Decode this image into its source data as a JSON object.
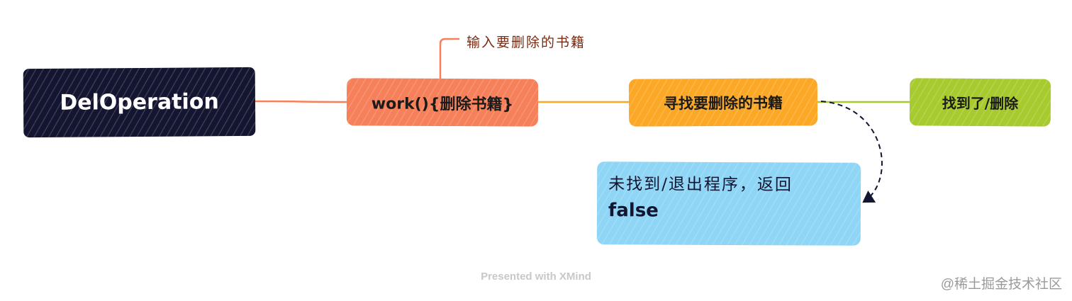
{
  "nodes": {
    "root": {
      "label": "DelOperation",
      "color": "#141530"
    },
    "work": {
      "label": "work(){删除书籍}",
      "color": "#f6805a"
    },
    "find": {
      "label": "寻找要删除的书籍",
      "color": "#fca827"
    },
    "found": {
      "label": "找到了/删除",
      "color": "#a7cb2e"
    },
    "not_found": {
      "line1": "未找到/退出程序，返回",
      "line2": "false",
      "color": "#8fd6f6"
    }
  },
  "note": {
    "label": "输入要删除的书籍",
    "color": "#7a2a10"
  },
  "footer": {
    "presented": "Presented with XMind",
    "watermark": "@稀土掘金技术社区"
  }
}
